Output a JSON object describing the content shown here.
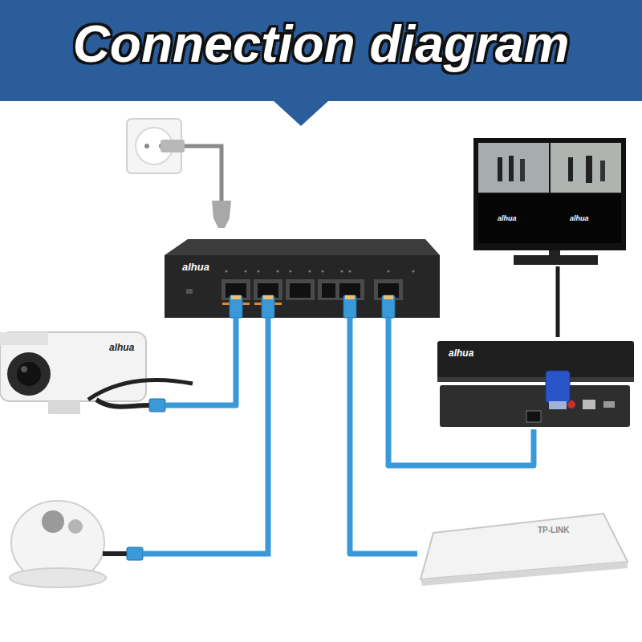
{
  "diagram": {
    "title": "Connection diagram",
    "nodes": [
      {
        "text": [
          "alhua"
        ]
      },
      {
        "text": [
          "alhua",
          "alhua"
        ]
      },
      {
        "text": [
          "alhua"
        ]
      },
      {
        "text": [
          "alhua"
        ]
      },
      {
        "text": [
          "TP-LINK"
        ]
      }
    ],
    "edges": [
      {
        "from": 0,
        "to": 2,
        "arrow": "none"
      },
      {
        "from": 0,
        "to": 3,
        "arrow": "none"
      },
      {
        "from": 0,
        "to": 4,
        "arrow": "none"
      },
      {
        "from": 3,
        "to": 1,
        "arrow": "none"
      }
    ]
  }
}
